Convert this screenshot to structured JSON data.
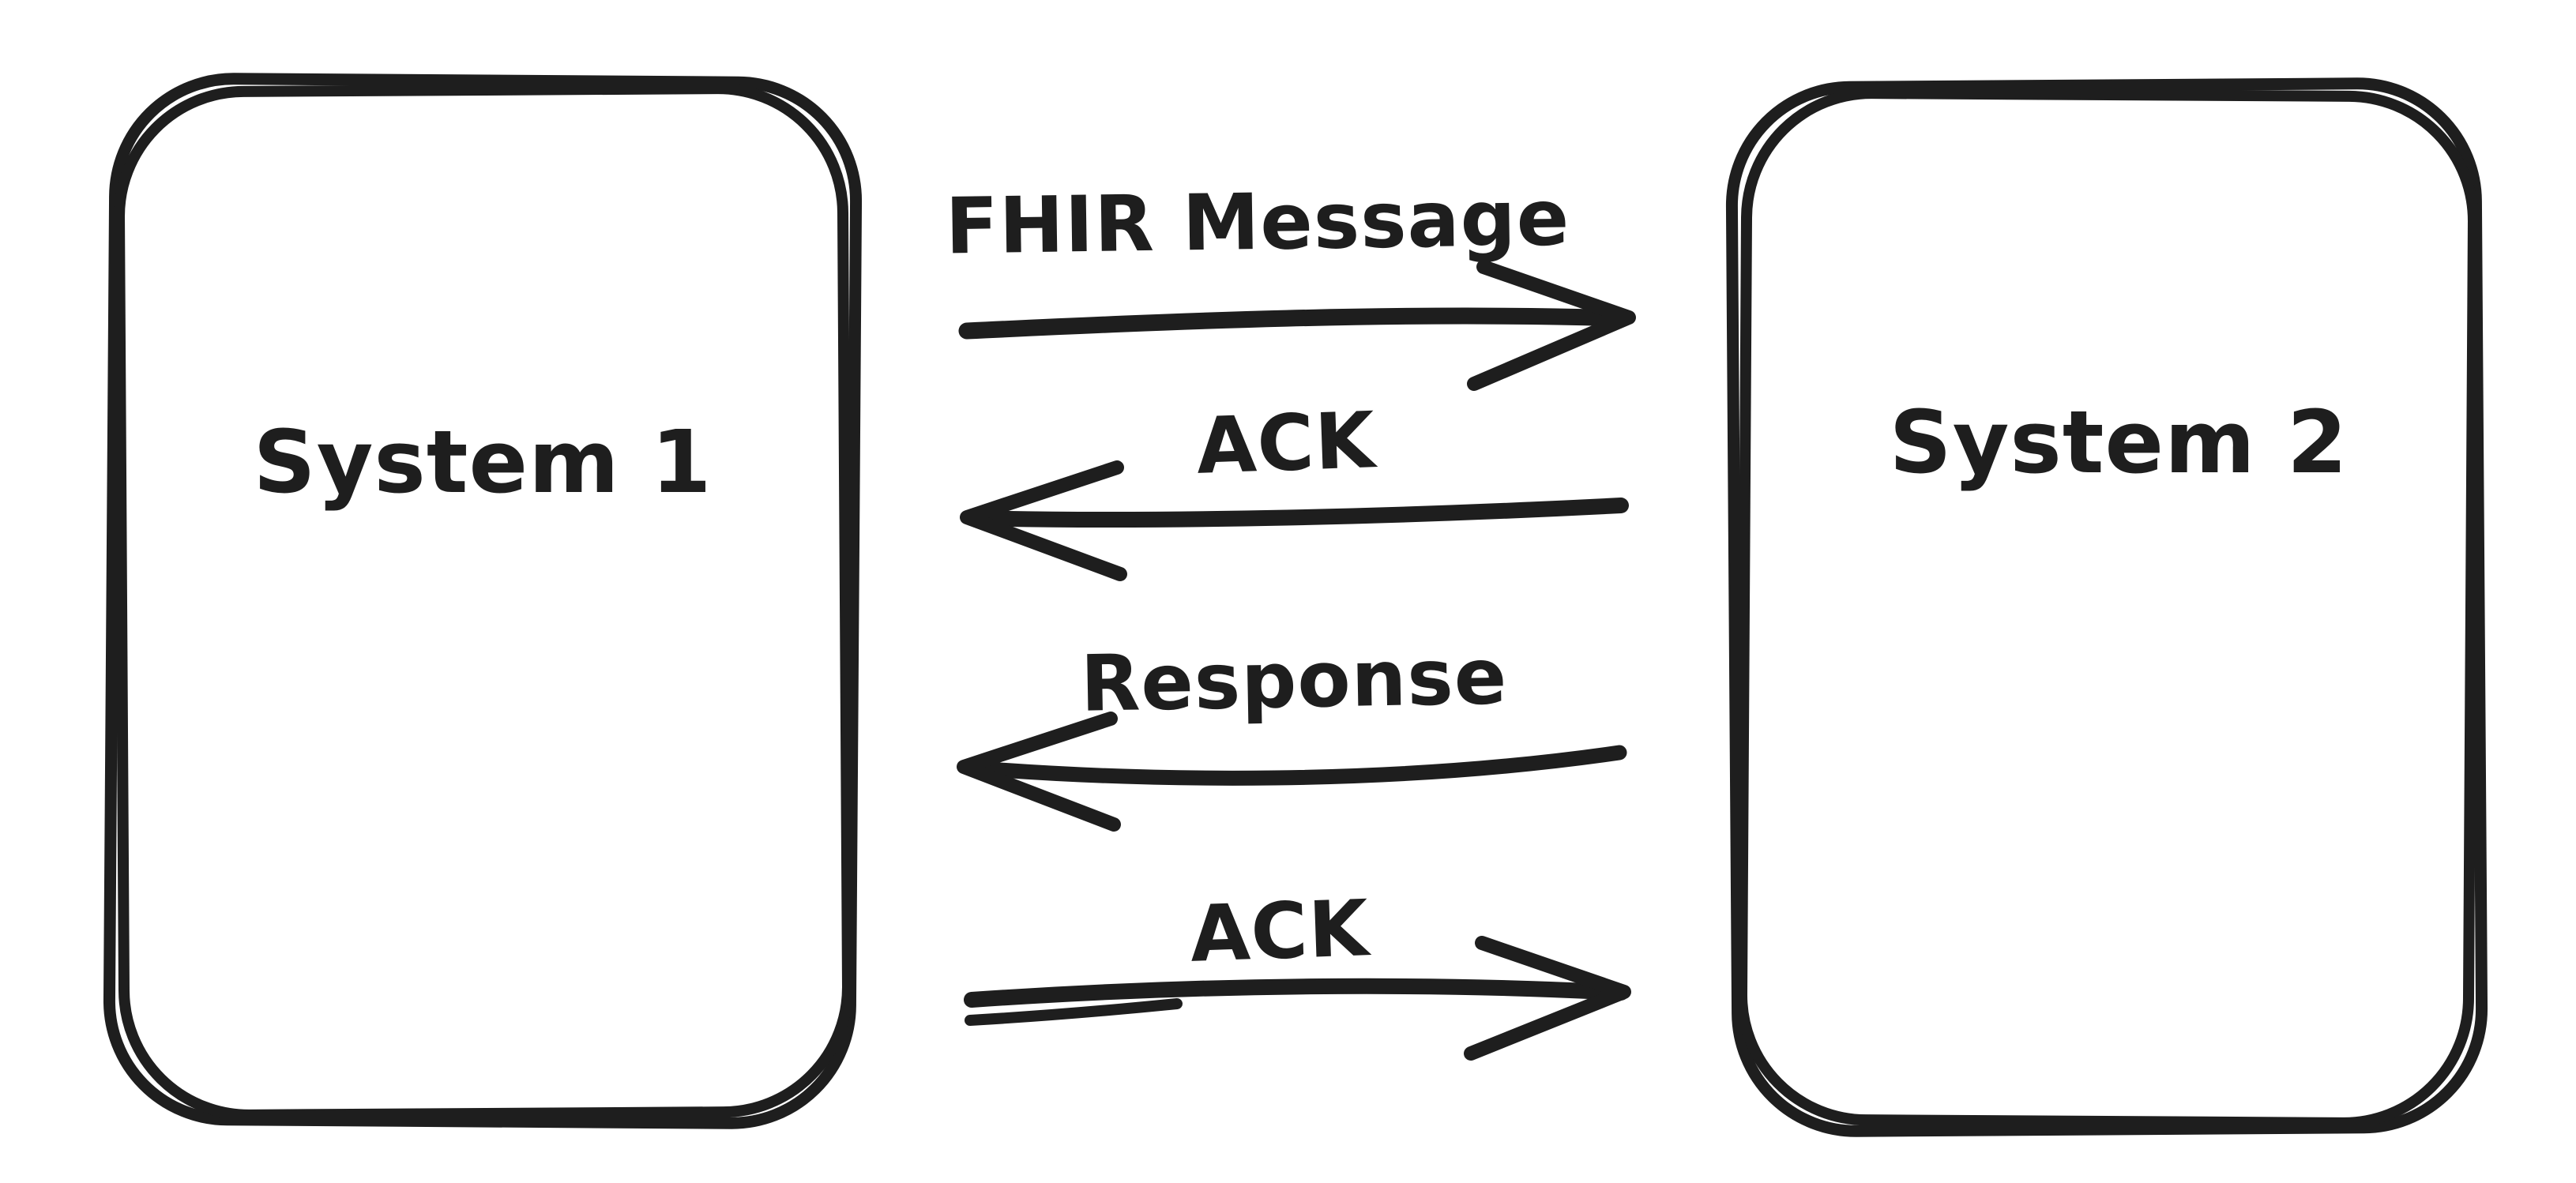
{
  "diagram": {
    "background_color": "#ffffff",
    "ink_color": "#1e1e1e",
    "nodes": [
      {
        "id": "system-1",
        "label": "System 1",
        "side": "left"
      },
      {
        "id": "system-2",
        "label": "System 2",
        "side": "right"
      }
    ],
    "messages": [
      {
        "label": "FHIR Message",
        "direction": "right",
        "from": "System 1",
        "to": "System 2"
      },
      {
        "label": "ACK",
        "direction": "left",
        "from": "System 2",
        "to": "System 1"
      },
      {
        "label": "Response",
        "direction": "left",
        "from": "System 2",
        "to": "System 1"
      },
      {
        "label": "ACK",
        "direction": "right",
        "from": "System 1",
        "to": "System 2"
      }
    ]
  }
}
